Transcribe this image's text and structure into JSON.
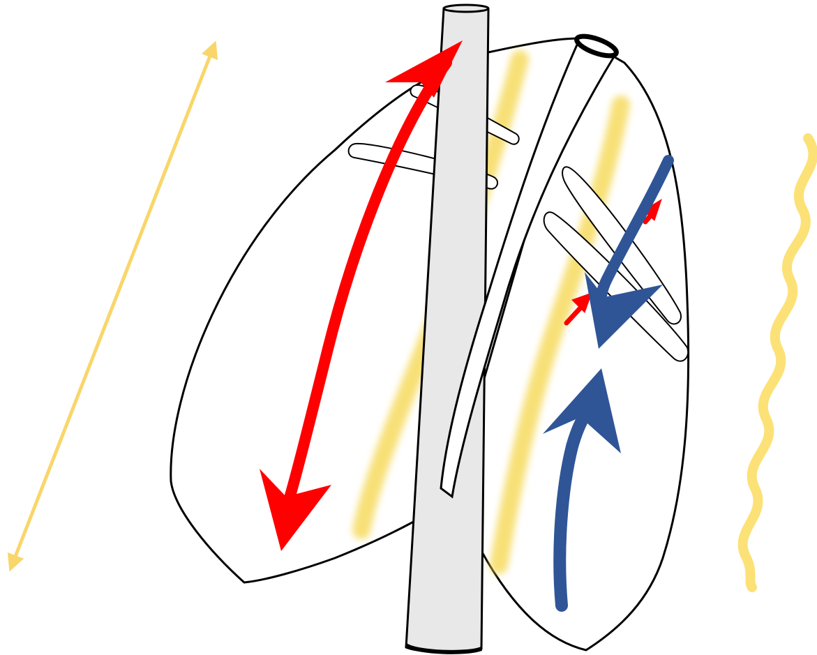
{
  "diagram": {
    "background": "#ffffff",
    "colors": {
      "outline": "#000000",
      "tube_fill": "#e8e8e8",
      "yellow": "#f5d64a",
      "yellow_light": "#f9e27d",
      "red": "#ff0000",
      "blue": "#2f5597"
    },
    "elements": [
      "left-lung-outline",
      "right-lung-outline",
      "trachea-tube",
      "oblique-tube",
      "rib-bands",
      "yellow-stripes",
      "red-double-arrow",
      "small-red-arrows",
      "blue-arrow-down",
      "blue-arrow-up",
      "yellow-double-arrow",
      "yellow-wavy-line"
    ]
  }
}
